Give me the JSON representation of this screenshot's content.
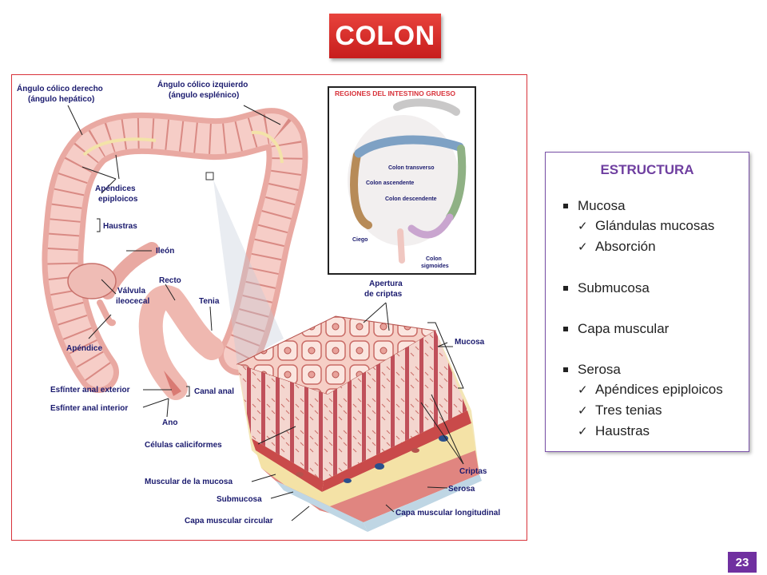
{
  "title": "COLON",
  "figure": {
    "labels": {
      "angulo_derecho_1": "Ángulo cólico derecho",
      "angulo_derecho_2": "(ángulo hepático)",
      "angulo_izquierdo_1": "Ángulo cólico izquierdo",
      "angulo_izquierdo_2": "(ángulo esplénico)",
      "apendices_1": "Apéndices",
      "apendices_2": "epiploicos",
      "haustras": "Haustras",
      "ileon": "Ileón",
      "valvula_1": "Válvula",
      "valvula_2": "ileocecal",
      "recto": "Recto",
      "tenia": "Tenia",
      "apendice": "Apéndice",
      "esfinter_ext": "Esfínter anal exterior",
      "esfinter_int": "Esfínter anal interior",
      "canal_anal": "Canal anal",
      "ano": "Ano",
      "apertura_1": "Apertura",
      "apertura_2": "de criptas",
      "mucosa": "Mucosa",
      "celulas": "Células caliciformes",
      "criptas": "Criptas",
      "muscular_mucosa": "Muscular de la mucosa",
      "serosa": "Serosa",
      "submucosa": "Submucosa",
      "capa_circular": "Capa muscular circular",
      "capa_longitudinal": "Capa muscular longitudinal"
    },
    "inset": {
      "title": "REGIONES DEL INTESTINO GRUESO",
      "colon_transverso": "Colon transverso",
      "colon_ascendente": "Colon ascendente",
      "colon_descendente": "Colon descendente",
      "ciego": "Ciego",
      "colon_sigmoides_1": "Colon",
      "colon_sigmoides_2": "sigmoides"
    }
  },
  "estructura": {
    "heading": "ESTRUCTURA",
    "mucosa": "Mucosa",
    "glandulas": "Glándulas mucosas",
    "absorcion": "Absorción",
    "submucosa": "Submucosa",
    "capa_muscular": "Capa muscular",
    "serosa": "Serosa",
    "apendices": "Apéndices epiploicos",
    "tenias": "Tres tenias",
    "haustras": "Haustras"
  },
  "page_number": "23"
}
